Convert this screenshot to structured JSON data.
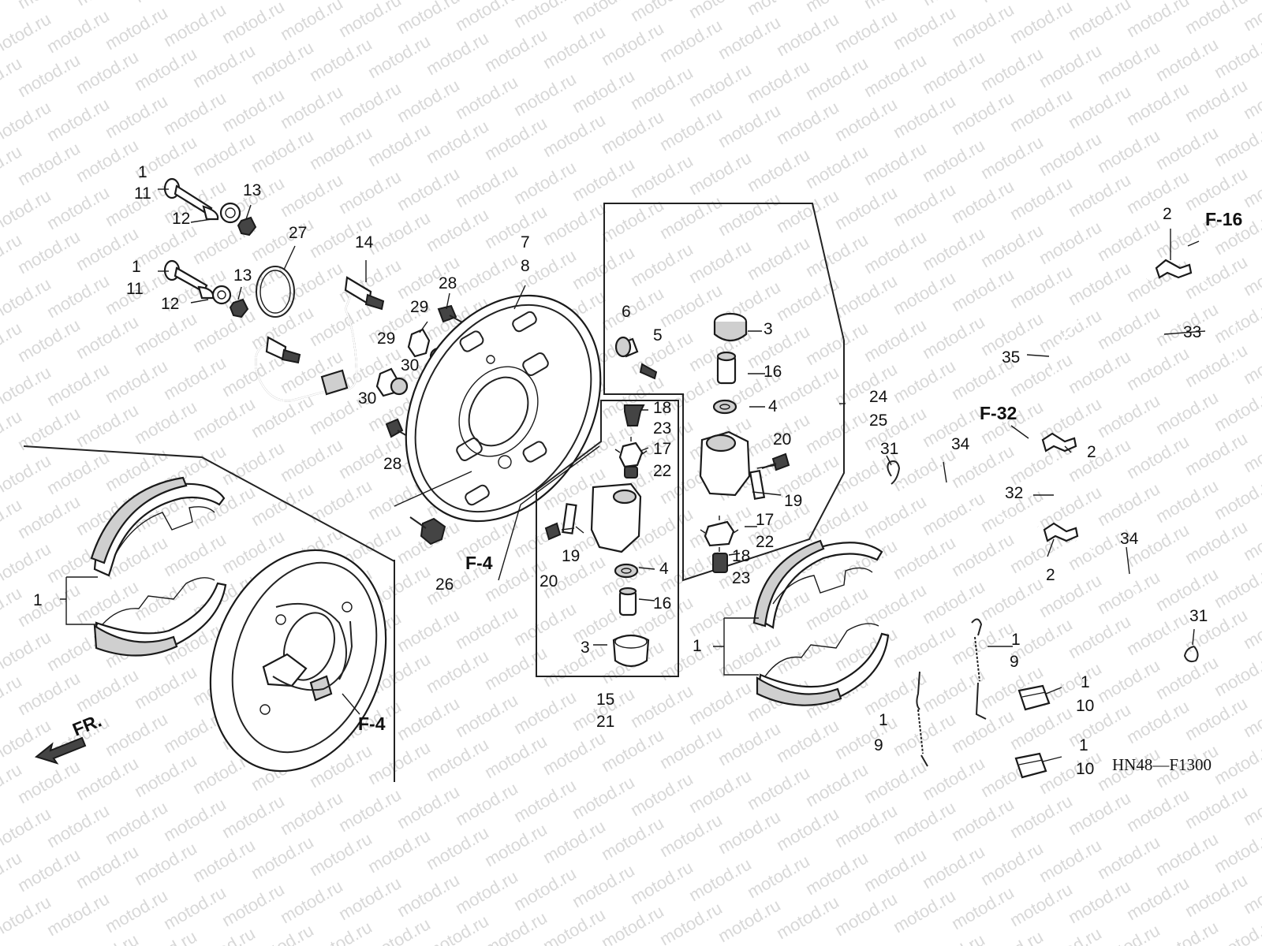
{
  "watermark": "motod.ru",
  "diagram_code": "HN48—F1300",
  "front_marker": "FR.",
  "refs": {
    "f16": "F-16",
    "f32": "F-32",
    "f4_mid": "F-4",
    "f4_low": "F-4"
  },
  "callouts": [
    {
      "id": "c1a",
      "text": "1"
    },
    {
      "id": "c11a",
      "text": "11"
    },
    {
      "id": "c12a",
      "text": "12"
    },
    {
      "id": "c13a",
      "text": "13"
    },
    {
      "id": "c1b",
      "text": "1"
    },
    {
      "id": "c11b",
      "text": "11"
    },
    {
      "id": "c12b",
      "text": "12"
    },
    {
      "id": "c13b",
      "text": "13"
    },
    {
      "id": "c27",
      "text": "27"
    },
    {
      "id": "c14",
      "text": "14"
    },
    {
      "id": "c7",
      "text": "7"
    },
    {
      "id": "c8",
      "text": "8"
    },
    {
      "id": "c28a",
      "text": "28"
    },
    {
      "id": "c29a",
      "text": "29"
    },
    {
      "id": "c30a",
      "text": "30"
    },
    {
      "id": "c29b",
      "text": "29"
    },
    {
      "id": "c30b",
      "text": "30"
    },
    {
      "id": "c28b",
      "text": "28"
    },
    {
      "id": "c26",
      "text": "26"
    },
    {
      "id": "c6",
      "text": "6"
    },
    {
      "id": "c5",
      "text": "5"
    },
    {
      "id": "c3a",
      "text": "3"
    },
    {
      "id": "c16a",
      "text": "16"
    },
    {
      "id": "c4a",
      "text": "4"
    },
    {
      "id": "c24",
      "text": "24"
    },
    {
      "id": "c25",
      "text": "25"
    },
    {
      "id": "c20a",
      "text": "20"
    },
    {
      "id": "c19a",
      "text": "19"
    },
    {
      "id": "c17a",
      "text": "17"
    },
    {
      "id": "c22a",
      "text": "22"
    },
    {
      "id": "c18a",
      "text": "18"
    },
    {
      "id": "c23a",
      "text": "23"
    },
    {
      "id": "c18b",
      "text": "18"
    },
    {
      "id": "c23b",
      "text": "23"
    },
    {
      "id": "c17b",
      "text": "17"
    },
    {
      "id": "c22b",
      "text": "22"
    },
    {
      "id": "c19b",
      "text": "19"
    },
    {
      "id": "c20b",
      "text": "20"
    },
    {
      "id": "c4b",
      "text": "4"
    },
    {
      "id": "c16b",
      "text": "16"
    },
    {
      "id": "c3b",
      "text": "3"
    },
    {
      "id": "c15",
      "text": "15"
    },
    {
      "id": "c21",
      "text": "21"
    },
    {
      "id": "c1c",
      "text": "1"
    },
    {
      "id": "c1d",
      "text": "1"
    },
    {
      "id": "c2a",
      "text": "2"
    },
    {
      "id": "c33",
      "text": "33"
    },
    {
      "id": "c35",
      "text": "35"
    },
    {
      "id": "c2b",
      "text": "2"
    },
    {
      "id": "c31a",
      "text": "31"
    },
    {
      "id": "c34a",
      "text": "34"
    },
    {
      "id": "c32",
      "text": "32"
    },
    {
      "id": "c2c",
      "text": "2"
    },
    {
      "id": "c34b",
      "text": "34"
    },
    {
      "id": "c31b",
      "text": "31"
    },
    {
      "id": "c1e",
      "text": "1"
    },
    {
      "id": "c9a",
      "text": "9"
    },
    {
      "id": "c1f",
      "text": "1"
    },
    {
      "id": "c10a",
      "text": "10"
    },
    {
      "id": "c1g",
      "text": "1"
    },
    {
      "id": "c9b",
      "text": "9"
    },
    {
      "id": "c1h",
      "text": "1"
    },
    {
      "id": "c10b",
      "text": "10"
    }
  ]
}
